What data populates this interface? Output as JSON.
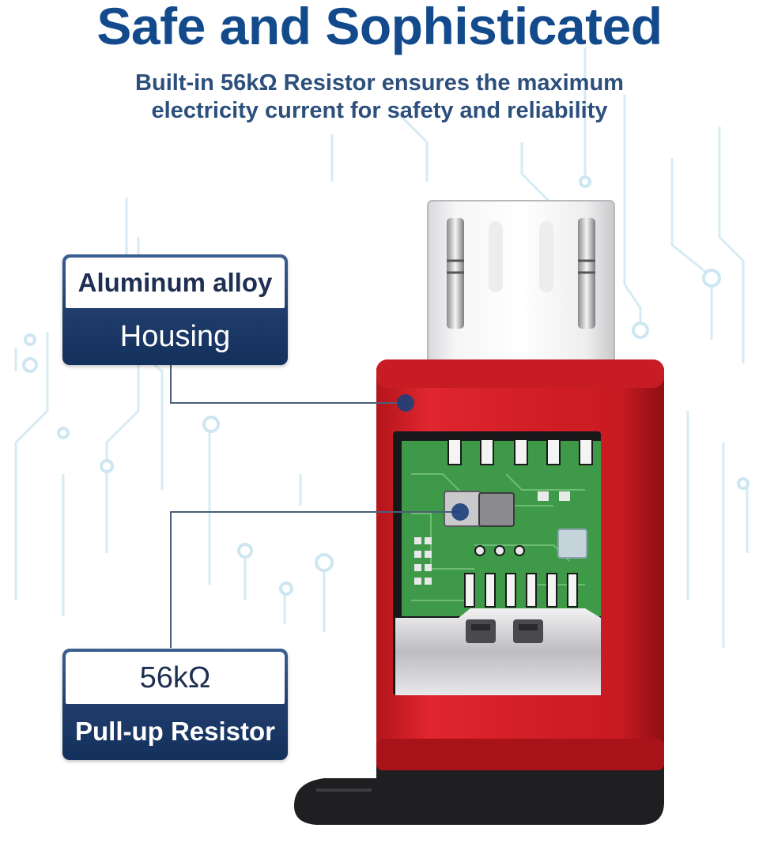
{
  "headline": "Safe and Sophisticated",
  "subline": {
    "line1": "Built-in 56kΩ Resistor ensures the maximum",
    "line2": "electricity current for safety and reliability"
  },
  "callouts": {
    "housing": {
      "top": "Aluminum alloy",
      "bottom": "Housing"
    },
    "resistor": {
      "top": "56kΩ",
      "bottom": "Pull-up Resistor"
    }
  },
  "colors": {
    "headline": "#134a8c",
    "card_navy": "#1e3b6a",
    "housing_red": "#d8232a",
    "pcb_green": "#3e9a48",
    "circuit_bg": "#cfe8f3"
  }
}
